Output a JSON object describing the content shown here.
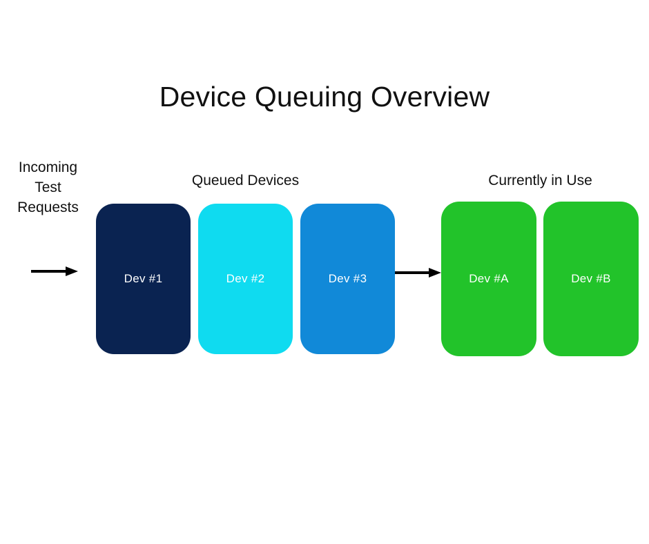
{
  "diagram": {
    "title": "Device Queuing Overview",
    "background_color": "#FFFFFF",
    "title_color": "#111111",
    "incoming": {
      "label_lines": [
        "Incoming",
        "Test",
        "Requests"
      ],
      "arrow_icon": "arrow-right-icon",
      "arrow_color": "#000000"
    },
    "flow_arrow": {
      "icon": "arrow-right-icon",
      "color": "#000000"
    },
    "sections": [
      {
        "id": "queued",
        "header": "Queued Devices",
        "devices": [
          {
            "label": "Dev #1",
            "color": "#0A2351",
            "text_color": "#FFFFFF"
          },
          {
            "label": "Dev #2",
            "color": "#0FDBF0",
            "text_color": "#FFFFFF"
          },
          {
            "label": "Dev #3",
            "color": "#1189D8",
            "text_color": "#FFFFFF"
          }
        ]
      },
      {
        "id": "in-use",
        "header": "Currently in Use",
        "devices": [
          {
            "label": "Dev #A",
            "color": "#22C32A",
            "text_color": "#FFFFFF"
          },
          {
            "label": "Dev #B",
            "color": "#22C32A",
            "text_color": "#FFFFFF"
          }
        ]
      }
    ]
  }
}
